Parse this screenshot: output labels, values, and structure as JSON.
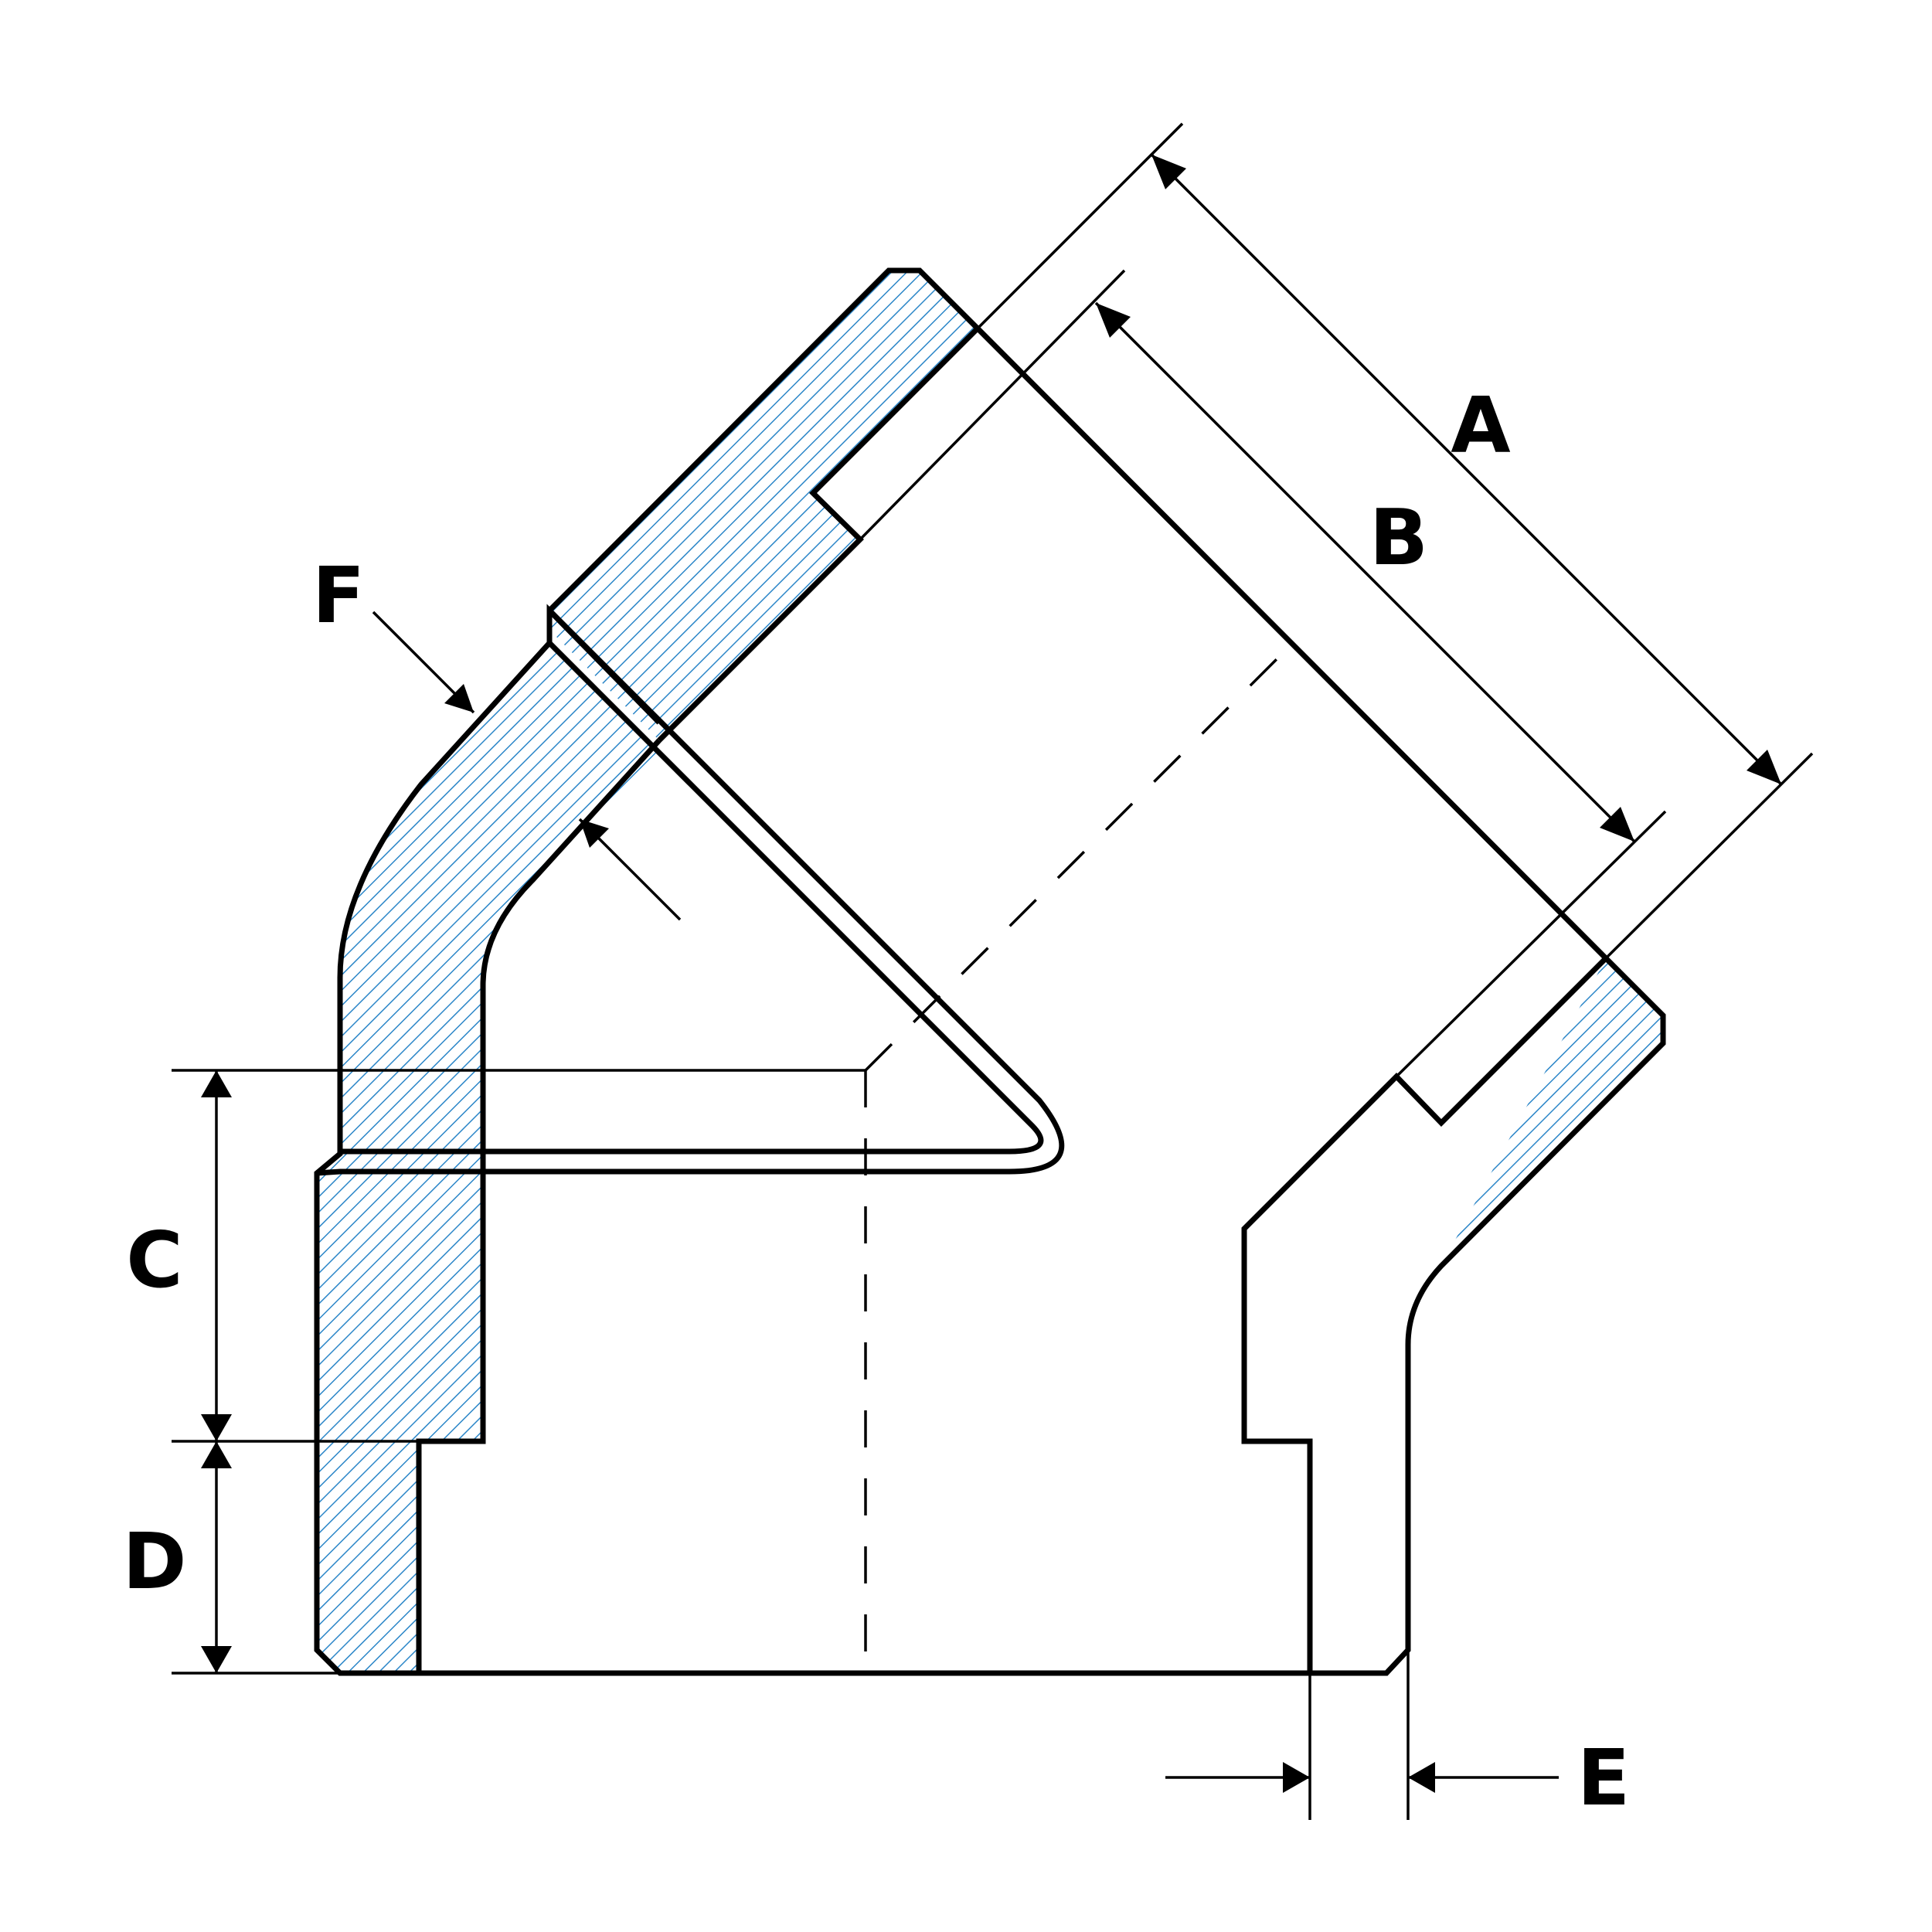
{
  "figure": {
    "type": "45-degree socket weld elbow cross-section with dimension callouts",
    "hatch_color": "#2b86c8",
    "line_color": "#000000",
    "background": "#ffffff"
  },
  "labels": {
    "A": "A",
    "B": "B",
    "C": "C",
    "D": "D",
    "E": "E",
    "F": "F"
  }
}
